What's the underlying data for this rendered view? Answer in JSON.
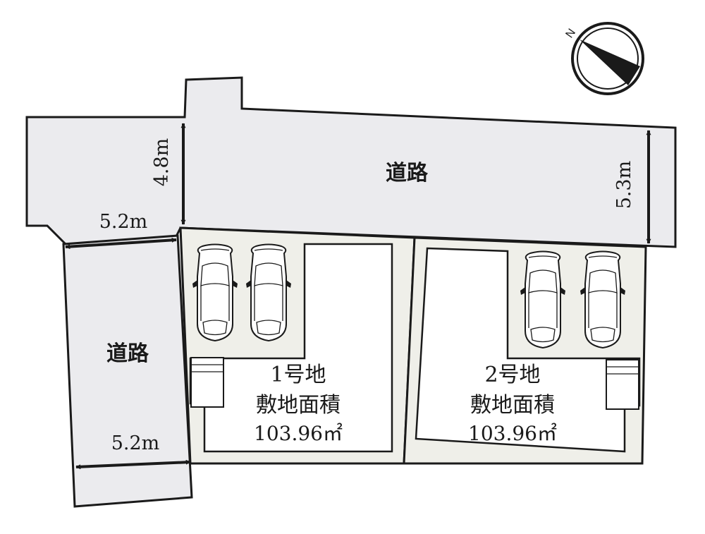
{
  "roads": {
    "top_label": "道路",
    "left_label": "道路"
  },
  "dimensions": {
    "top_road_left_width": "4.8m",
    "top_road_right_width": "5.3m",
    "left_road_top_width": "5.2m",
    "left_road_bottom_width": "5.2m"
  },
  "lots": [
    {
      "name": "1号地",
      "area_label": "敷地面積",
      "area_value": "103.96㎡"
    },
    {
      "name": "2号地",
      "area_label": "敷地面積",
      "area_value": "103.96㎡"
    }
  ],
  "compass": {
    "north_label": "N"
  },
  "icons": [
    "north-arrow-icon",
    "car-icon",
    "meter-box-icon",
    "dimension-arrow-icon"
  ]
}
